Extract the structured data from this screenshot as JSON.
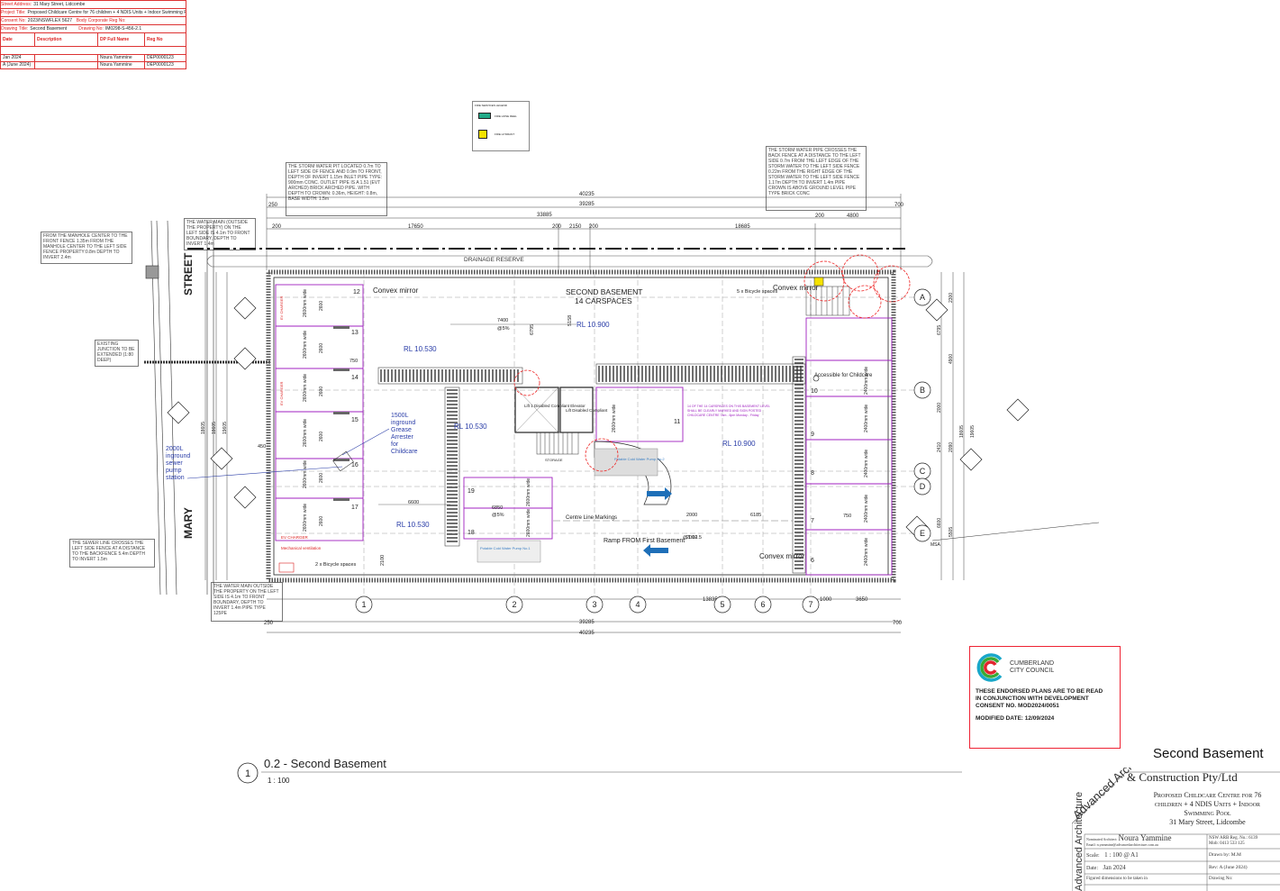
{
  "register": {
    "address_label": "Street Address:",
    "address": "31 Mary Street, Lidcombe",
    "project_title_label": "Project Title:",
    "project_title": "Proposed Childcare Centre for 76 children + 4 NDIS Units + Indoor Swimming Pool",
    "consent_label": "Consent No:",
    "consent": "2023/NSWFLEX 5627",
    "body_corp_label": "Body Corporate Reg No:",
    "drawing_title_label": "Drawing Title:",
    "drawing_title": "Second Basement",
    "drawing_no_label": "Drawing No:",
    "drawing_no": "IM0298-S-456-2.1",
    "headers": [
      "Date",
      "Description",
      "DP Full Name",
      "Reg No"
    ],
    "rows": [
      {
        "date": "Jan 2024",
        "desc": "",
        "name": "Noura Yammine",
        "reg": "DEP0000123"
      },
      {
        "date": "A (June 2024)",
        "desc": "",
        "name": "Noura Yammine",
        "reg": "DEP0000123"
      }
    ]
  },
  "plan": {
    "title": "SECOND BASEMENT",
    "subtitle": "14 CARSPACES",
    "street_left": "STREET",
    "street_left2": "MARY",
    "drainage_reserve": "DRAINAGE RESERVE",
    "dims_top": {
      "overall": "40235",
      "inner": "39285",
      "left_run": "33885",
      "span1": "17650",
      "span2": "200",
      "span3": "2150",
      "span4": "200",
      "span5": "18685",
      "right_a": "200",
      "right_b": "4800",
      "right_c": "700",
      "left_a": "250",
      "left_b": "200"
    },
    "dims_bottom": {
      "overall": "40235",
      "inner": "39285",
      "mid": "13835",
      "r1": "1000",
      "r2": "3650",
      "left_a": "250",
      "right_a": "700"
    },
    "dims_right": [
      "2300",
      "6795",
      "4900",
      "2000",
      "2410",
      "2090",
      "6600",
      "5505",
      "18605",
      "19605"
    ],
    "dims_left": [
      "18605",
      "18605",
      "19605"
    ],
    "rl_levels": [
      "RL 10.530",
      "RL 10.900",
      "RL 10.530",
      "RL 10.900",
      "RL 10.530"
    ],
    "dim_notes": [
      "7400",
      "@5%",
      "6795",
      "5158",
      "6600",
      "6850",
      "@5%",
      "2000",
      "6185",
      "5400",
      "2000",
      "@1:12.5",
      "2100",
      "750",
      "450"
    ],
    "grid_cols": [
      "1",
      "2",
      "3",
      "4",
      "5",
      "6",
      "7"
    ],
    "grid_rows": [
      "A",
      "B",
      "C",
      "D",
      "E"
    ],
    "left_spaces": [
      "12",
      "13",
      "14",
      "15",
      "16",
      "17"
    ],
    "right_spaces": [
      "10",
      "9",
      "8",
      "7",
      "6"
    ],
    "center_spaces": [
      "11",
      "19",
      "18"
    ],
    "space_label": "2600mm wide",
    "space_label_right": "2400mm wide",
    "space_len": "2600",
    "lift1": "Lift 1 Disabled Compliant Elevator",
    "lift2": "Lift Disabled Compliant",
    "convex1": "Convex mirror",
    "convex2": "Convex mirror",
    "convex3": "Convex mirror",
    "bicycle1": "5 x Bicycle spaces",
    "bicycle2": "2 x Bicycle spaces",
    "accessible": "Accessible for Childcare",
    "grease": "1500L inground Grease Arrester for Childcare",
    "sewer": "2000L inground sewer pump station",
    "centre_line": "Centre Line Markings",
    "ramp": "Ramp FROM First Basement",
    "ev": "EV CHARGER",
    "mechanical": "Mechanical ventilation",
    "purple_note": "14 OF THE 14 CARSPACES ON THIS BASEMENT LEVEL SHALL BE CLEARLY MARKED AND SIGN POSTED CHILDCARE CENTRE 7am - 6pm Monday - Friday",
    "pump_note": "Potable Cold Water Pump No.2",
    "pump_note2": "Potable Cold Water Pump No.1",
    "storage": "STORAGE",
    "msa": "MSA"
  },
  "legend": {
    "title": "FIRE SERVICES LEGEND",
    "item1": "FIRE HOSE REEL",
    "item2": "FIRE HYDRANT"
  },
  "notes": {
    "storm_pit": "THE STORM WATER PIT LOCATED 0.7m TO LEFT SIDE OF FENCE AND 0.9m TO FRONT, DEPTH OF INVERT 1.15m INLET PIPE TYPE: 900mm CONC. OUTLET PIPE IS A 1.51 (EVT ARCHED) BRICK ARCHED PIPE. WITH DEPTH TO CROWN: 0.36m, HEIGHT: 0.8m, BASE WIDTH: 1.5m",
    "storm_pipe": "THE STORM WATER PIPE CROSSES THE BACK FENCE AT A DISTANCE TO THE LEFT SIDE 0.7m FROM THE LEFT EDGE OF THE STORM WATER TO THE LEFT SIDE FENCE 0.22m FROM THE RIGHT EDGE OF THE STORM WATER TO THE LEFT SIDE FENCE 1.17m DEPTH TO INVERT 1.4m PIPE CROWN IS ABOVE GROUND LEVEL PIPE TYPE BRICK CONC",
    "water_main_top": "THE WATER MAIN (OUTSIDE THE PROPERTY) ON THE LEFT SIDE IS 4.1m TO FRONT BOUNDARY, DEPTH TO INVERT 1.4m",
    "manhole": "FROM THE MANHOLE CENTER TO THE FRONT FENCE 1.35m FROM THE MANHOLE CENTER TO THE LEFT SIDE FENCE PROPERTY:0.8m DEPTH TO INVERT 2.4m",
    "junction": "EXISTING JUNCTION TO BE EXTENDED (1:80 DEEP)",
    "sewer_line": "THE SEWER LINE CROSSES THE LEFT SIDE FENCE AT A DISTANCE TO THE BACKFENCE 5.4m DEPTH TO INVERT 1.5m",
    "water_main_bottom": "THE WATER MAIN OUTSIDE THE PROPERTY ON THE LEFT SIDE IS 4.1m TO FRONT BOUNDARY, DEPTH TO INVERT 1.4m PIPE TYPE 125PE"
  },
  "view_title": {
    "number": "1",
    "name": "0.2 - Second Basement",
    "scale": "1 : 100"
  },
  "stamp": {
    "org1": "CUMBERLAND",
    "org2": "CITY COUNCIL",
    "line1": "THESE ENDORSED PLANS ARE TO BE READ",
    "line2": "IN CONJUNCTION WITH DEVELOPMENT",
    "line3": "CONSENT NO. MOD2024/0051",
    "modified": "MODIFIED DATE: 12/09/2024",
    "colors": {
      "cyan": "#19a7c9",
      "green": "#3aa935",
      "red": "#e2262f"
    }
  },
  "titleblock": {
    "heading": "Second Basement",
    "firm_arc": "Advanced Architecture",
    "firm_tail": "& Construction Pty/Ltd",
    "project1": "Proposed Childcare Centre for 76",
    "project2": "children + 4 NDIS Units + Indoor",
    "project3": "Swimming Pool",
    "address": "31 Mary Street, Lidcombe",
    "nominated_label": "Nominated Architect:",
    "nominated": "Noura Yammine",
    "email": "Email: n.yammine@advancedarchitecture.com.au",
    "arb": "NSW ARB Reg. No.: 6139",
    "mob": "Mob: 0413 533 125",
    "scale_label": "Scale:",
    "scale": "1 : 100 @ A1",
    "drawn": "Drawn by: M.M",
    "date_label": "Date:",
    "date": "Jan 2024",
    "rev": "Rev: A (June 2024)",
    "figured": "Figured dimensions to be taken in",
    "drawing_no": "Drawing No:"
  }
}
